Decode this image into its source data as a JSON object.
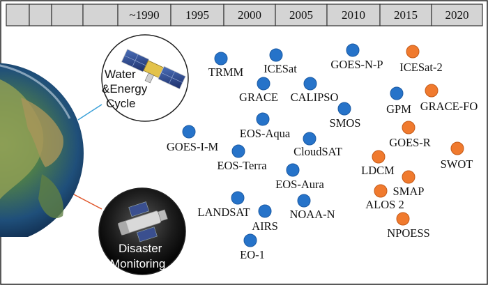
{
  "timeline": [
    "",
    "",
    "",
    "",
    "~1990",
    "1995",
    "2000",
    "2005",
    "2010",
    "2015",
    "2020"
  ],
  "callouts": {
    "water_line1": "Water",
    "water_line2": "&Energy",
    "water_line3": "Cycle",
    "disaster_line1": "Disaster",
    "disaster_line2": "Monitoring"
  },
  "colors": {
    "existing": "#2673c9",
    "planned": "#f07a2e",
    "timeline_fill": "#d4d4d4",
    "earth_line": "#3aa0d8",
    "disaster_line": "#e0562a"
  },
  "satellites": [
    {
      "name": "TRMM",
      "status": "existing"
    },
    {
      "name": "ICESat",
      "status": "existing"
    },
    {
      "name": "GOES-N-P",
      "status": "existing"
    },
    {
      "name": "ICESat-2",
      "status": "planned"
    },
    {
      "name": "GRACE",
      "status": "existing"
    },
    {
      "name": "CALIPSO",
      "status": "existing"
    },
    {
      "name": "GPM",
      "status": "existing"
    },
    {
      "name": "GRACE-FO",
      "status": "planned"
    },
    {
      "name": "SMOS",
      "status": "existing"
    },
    {
      "name": "EOS-Aqua",
      "status": "existing"
    },
    {
      "name": "GOES-R",
      "status": "planned"
    },
    {
      "name": "GOES-I-M",
      "status": "existing"
    },
    {
      "name": "CloudSAT",
      "status": "existing"
    },
    {
      "name": "SWOT",
      "status": "planned"
    },
    {
      "name": "EOS-Terra",
      "status": "existing"
    },
    {
      "name": "LDCM",
      "status": "planned"
    },
    {
      "name": "EOS-Aura",
      "status": "existing"
    },
    {
      "name": "SMAP",
      "status": "planned"
    },
    {
      "name": "LANDSAT",
      "status": "existing"
    },
    {
      "name": "ALOS 2",
      "status": "planned"
    },
    {
      "name": "NOAA-N",
      "status": "existing"
    },
    {
      "name": "AIRS",
      "status": "existing"
    },
    {
      "name": "NPOESS",
      "status": "planned"
    },
    {
      "name": "EO-1",
      "status": "existing"
    }
  ]
}
